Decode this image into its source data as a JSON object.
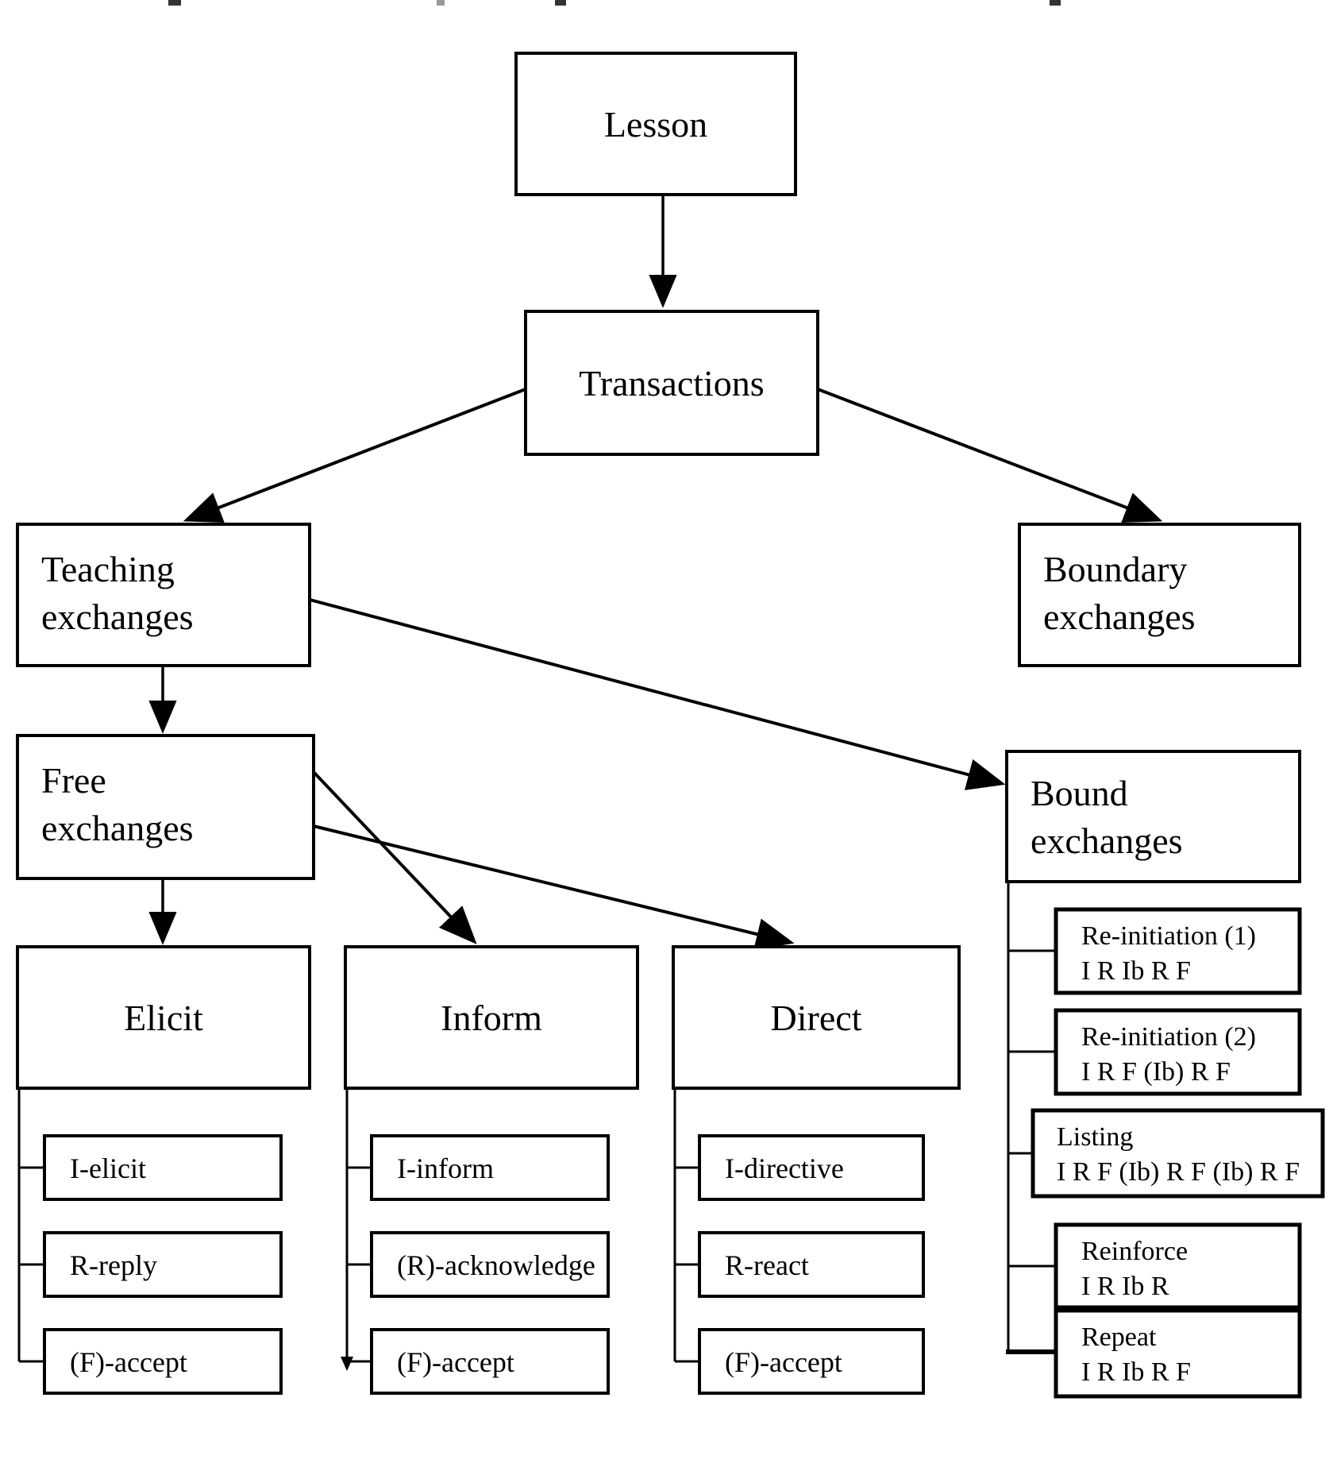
{
  "colors": {
    "line": "#000000",
    "background": "#ffffff"
  },
  "nodes": {
    "lesson": "Lesson",
    "transactions": "Transactions",
    "teaching": [
      "Teaching",
      "exchanges"
    ],
    "boundary": [
      "Boundary",
      "exchanges"
    ],
    "free": [
      "Free",
      "exchanges"
    ],
    "bound": [
      "Bound",
      "exchanges"
    ],
    "elicit": {
      "head": "Elicit",
      "moves": [
        "I-elicit",
        "R-reply",
        "(F)-accept"
      ]
    },
    "inform": {
      "head": "Inform",
      "moves": [
        "I-inform",
        "(R)-acknowledge",
        "(F)-accept"
      ]
    },
    "direct": {
      "head": "Direct",
      "moves": [
        "I-directive",
        "R-react",
        "(F)-accept"
      ]
    },
    "bound_types": [
      {
        "name": "Re-initiation (1)",
        "structure": "I R Ib R F"
      },
      {
        "name": "Re-initiation (2)",
        "structure": "I R F (Ib) R F"
      },
      {
        "name": "Listing",
        "structure": "I R F (Ib) R F (Ib) R F"
      },
      {
        "name": "Reinforce",
        "structure": "I R Ib R"
      },
      {
        "name": "Repeat",
        "structure": "I R Ib R F"
      }
    ]
  }
}
